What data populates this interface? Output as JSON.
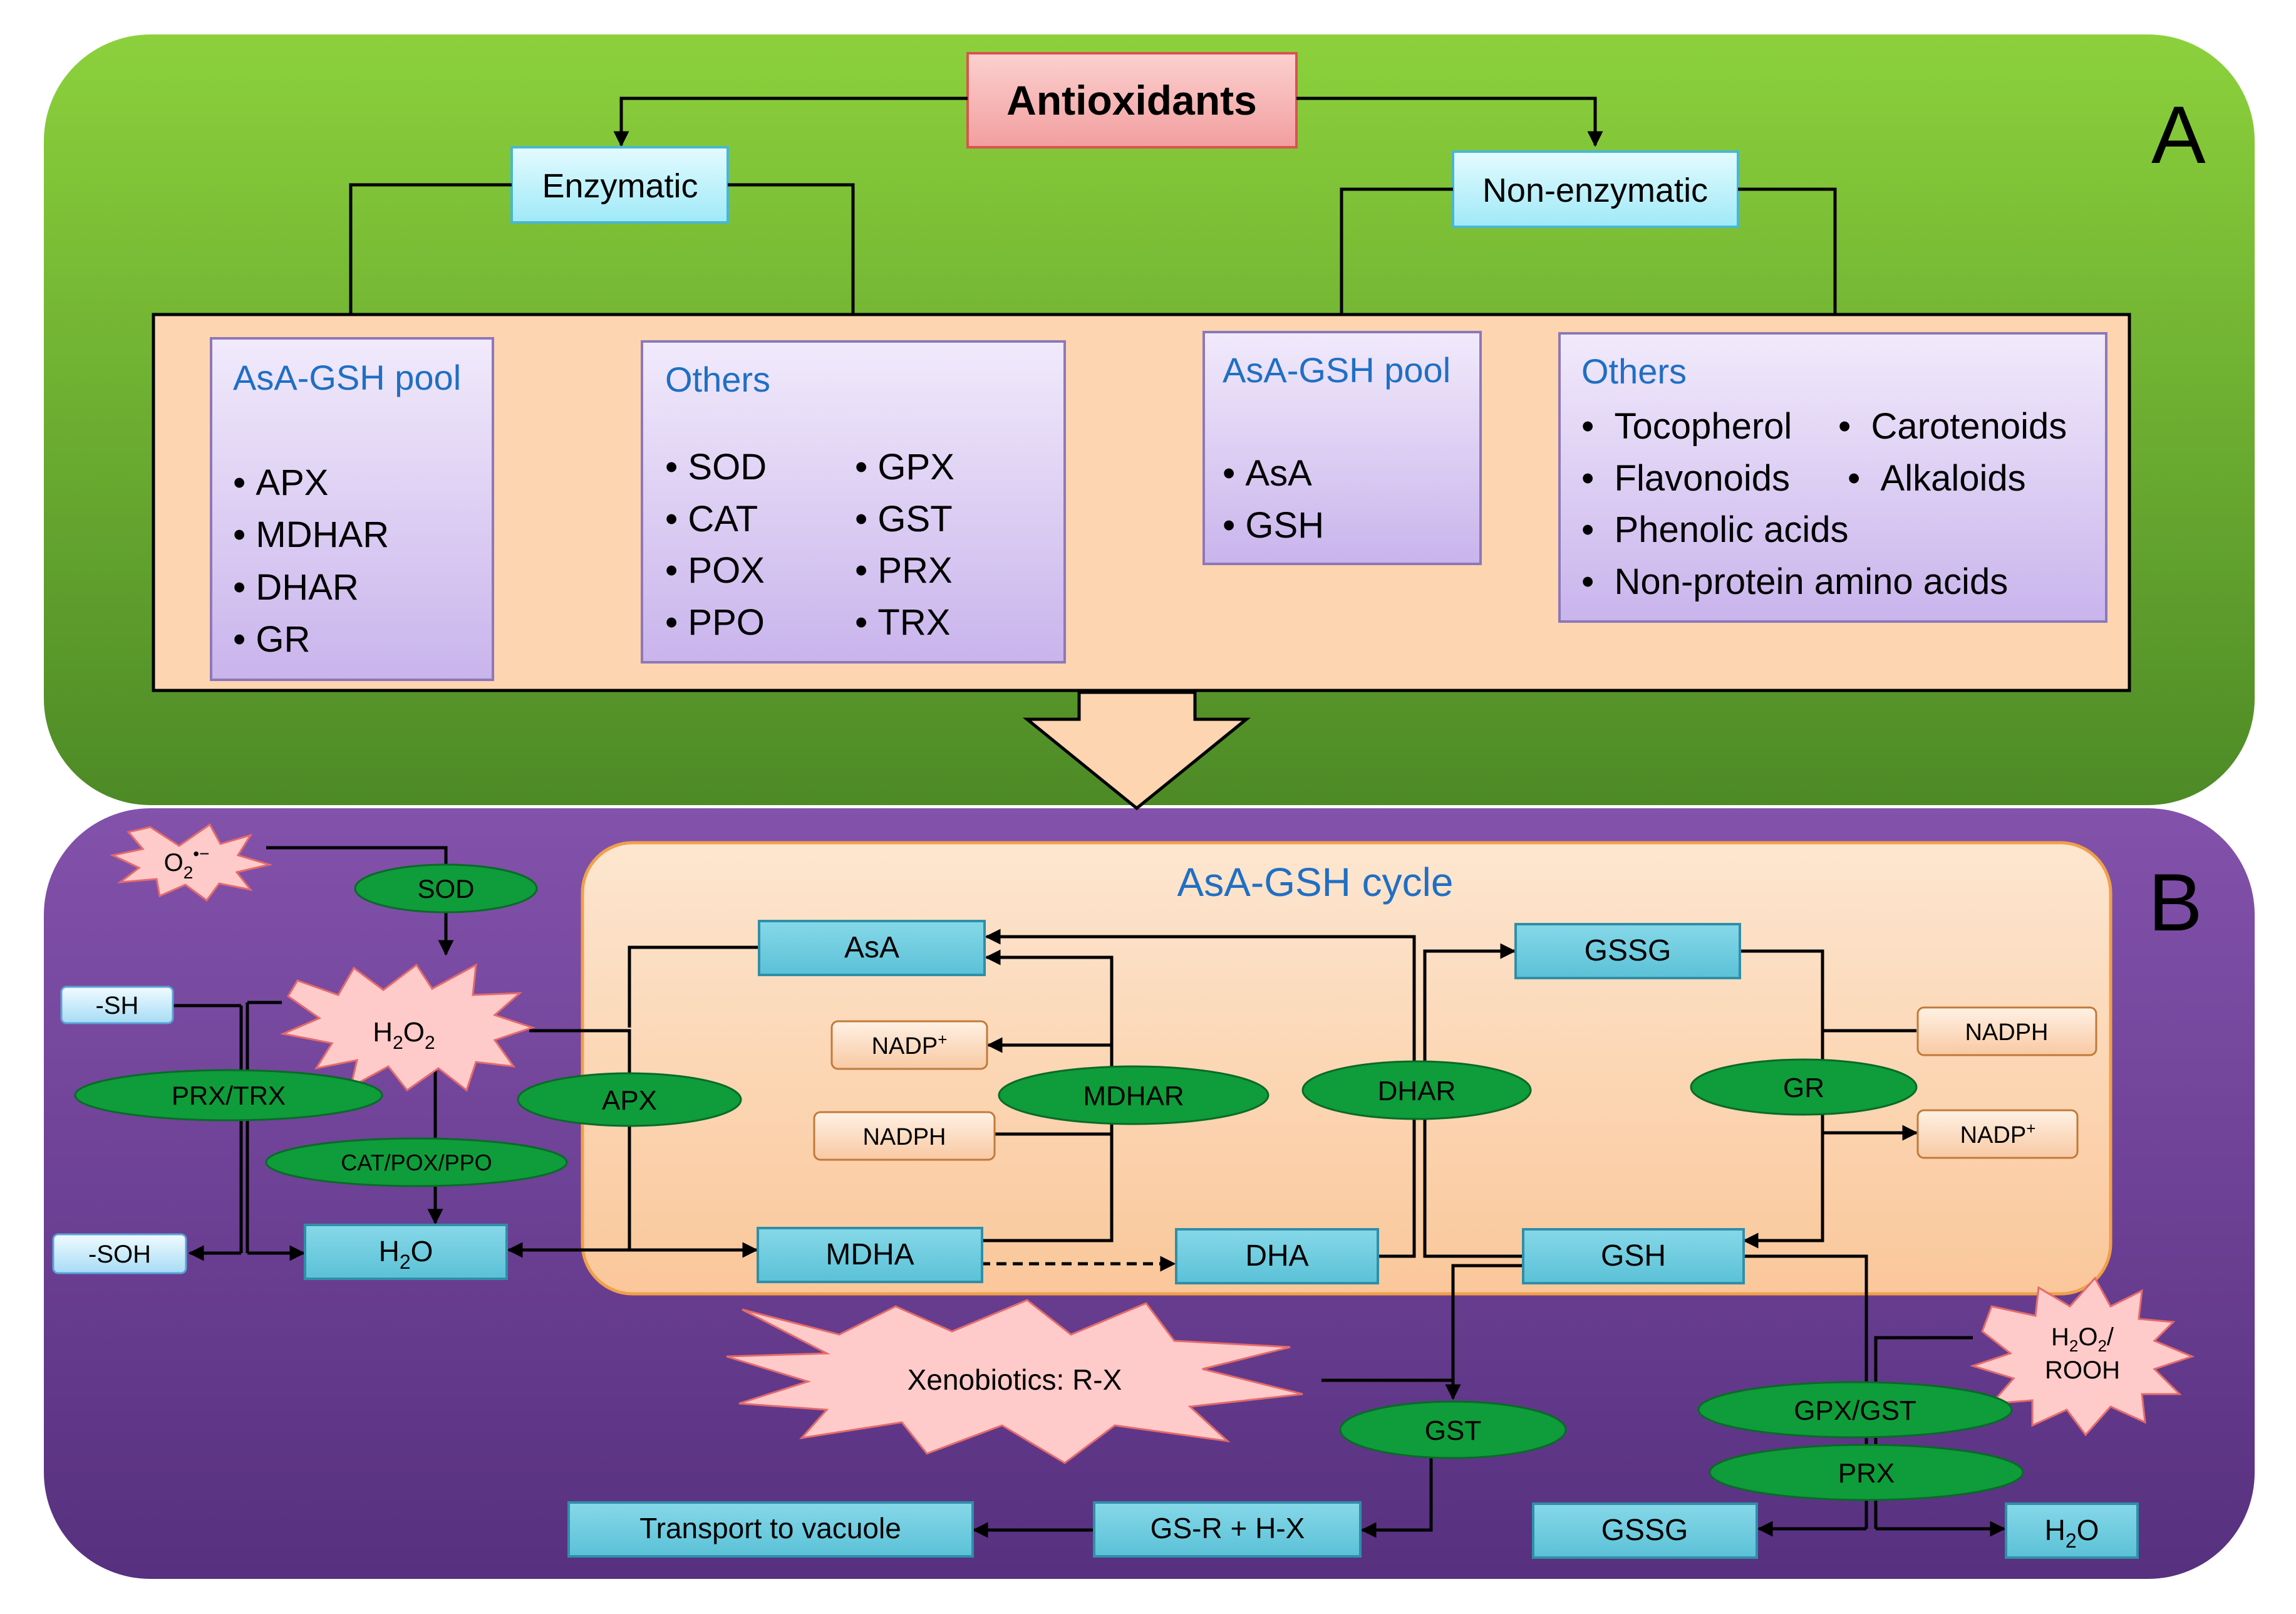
{
  "panel_a": {
    "letter": "A",
    "root": "Antioxidants",
    "enzymatic": "Enzymatic",
    "non_enzymatic": "Non-enzymatic",
    "enz_pool": {
      "title": "AsA-GSH pool",
      "items": [
        "APX",
        "MDHAR",
        "DHAR",
        "GR"
      ]
    },
    "enz_others": {
      "title": "Others",
      "col1": [
        "SOD",
        "CAT",
        "POX",
        "PPO"
      ],
      "col2": [
        "GPX",
        "GST",
        "PRX",
        "TRX"
      ]
    },
    "nonenz_pool": {
      "title": "AsA-GSH pool",
      "items": [
        "AsA",
        "GSH"
      ]
    },
    "nonenz_others": {
      "title": "Others",
      "col1": [
        "Tocopherol",
        "Flavonoids",
        "Phenolic acids",
        "Non-protein amino acids"
      ],
      "col2": [
        "Carotenoids",
        "Alkaloids"
      ]
    }
  },
  "panel_b": {
    "letter": "B",
    "cycle_title": "AsA-GSH cycle",
    "superoxide": {
      "base": "O",
      "sub": "2",
      "sup": "•−"
    },
    "h2o2": {
      "a": "H",
      "sub": "2",
      "b": "O",
      "sub2": "2"
    },
    "h2o": {
      "a": "H",
      "sub": "2",
      "b": "O"
    },
    "h2o2_rooh": {
      "line1_a": "H",
      "line1_sub": "2",
      "line1_b": "O",
      "line1_sub2": "2",
      "line1_c": "/",
      "line2": "ROOH"
    },
    "xenobiotics": "Xenobiotics: R-X",
    "enzymes": {
      "sod": "SOD",
      "prx_trx": "PRX/TRX",
      "cat_pox_ppo": "CAT/POX/PPO",
      "apx": "APX",
      "mdhar": "MDHAR",
      "dhar": "DHAR",
      "gr": "GR",
      "gst": "GST",
      "gpx_gst": "GPX/GST",
      "prx": "PRX"
    },
    "boxes": {
      "sh": "-SH",
      "soh": "-SOH",
      "asa": "AsA",
      "mdha": "MDHA",
      "dha": "DHA",
      "gssg_top": "GSSG",
      "gsh": "GSH",
      "gssg_bottom": "GSSG",
      "transport": "Transport to vacuole",
      "gsr_hx": "GS-R + H-X"
    },
    "cofactors": {
      "nadp_mdhar": {
        "base": "NADP",
        "sup": "+"
      },
      "nadph_mdhar": "NADPH",
      "nadph_gr": "NADPH",
      "nadp_gr": {
        "base": "NADP",
        "sup": "+"
      }
    }
  },
  "colors": {
    "panel_a_top": "#8cd13c",
    "panel_a_bottom": "#4d8a26",
    "panel_b_top": "#7f4da6",
    "panel_b_bottom": "#5a2f82",
    "beige": "#fcd6b0",
    "lavender": "#dccdf2",
    "cyan": "#6ccde0",
    "green_ellipse": "#0f9c3a",
    "pink_star": "#ffcaca",
    "root_box": "#f9b9b9",
    "blue_text": "#1f6fc4"
  }
}
